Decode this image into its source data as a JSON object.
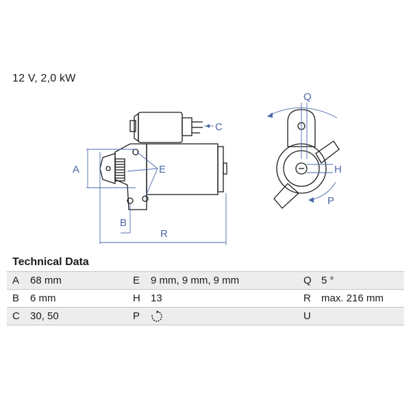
{
  "header": {
    "spec": "12 V, 2,0 kW"
  },
  "drawing": {
    "labels": {
      "A": "A",
      "B": "B",
      "C": "C",
      "E": "E",
      "R": "R",
      "Q": "Q",
      "H": "H",
      "P": "P"
    },
    "line_color": "#1a1a1a",
    "dimension_color": "#4a67a8"
  },
  "technical_data": {
    "title": "Technical Data",
    "rows": [
      [
        {
          "key": "A",
          "value": "68 mm"
        },
        {
          "key": "E",
          "value": "9 mm, 9 mm, 9 mm"
        },
        {
          "key": "Q",
          "value": "5 °"
        }
      ],
      [
        {
          "key": "B",
          "value": "6 mm"
        },
        {
          "key": "H",
          "value": "13"
        },
        {
          "key": "R",
          "value": "max. 216 mm"
        }
      ],
      [
        {
          "key": "C",
          "value": "30, 50"
        },
        {
          "key": "P",
          "value": "",
          "icon": "clockwise-rotation-icon"
        },
        {
          "key": "U",
          "value": ""
        }
      ]
    ]
  }
}
